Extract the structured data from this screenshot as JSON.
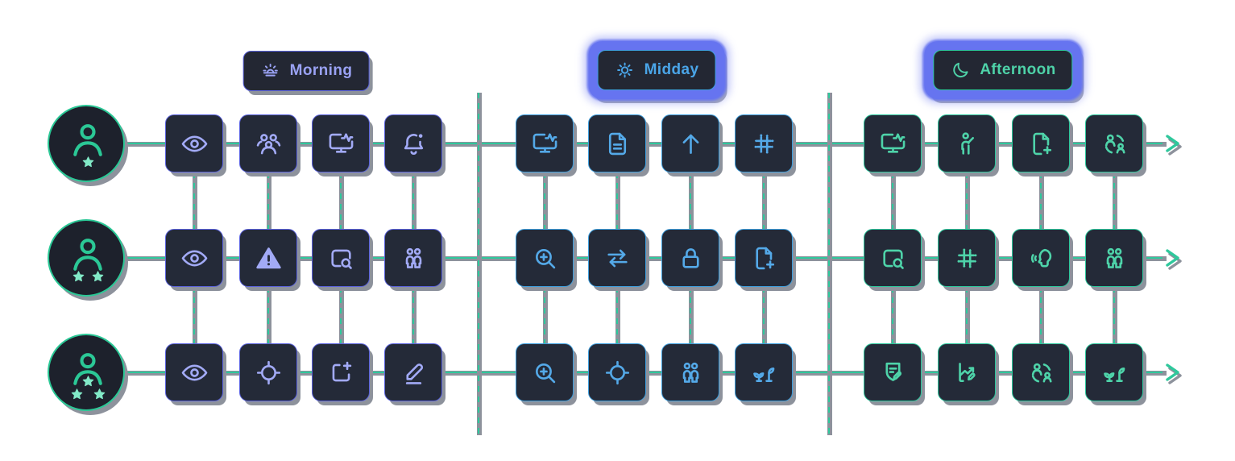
{
  "diagram": {
    "title_hint": "daily-routine-flow",
    "sections": [
      {
        "id": "morning",
        "label": "Morning",
        "icon": "sunrise-icon",
        "highlighted": false,
        "accent": "#5a62dc",
        "icon_color": "#a2aaf6",
        "text_color": "#9aa2f4",
        "rows": [
          [
            "eye-icon",
            "team-icon",
            "monitor-activity-icon",
            "bell-alert-icon"
          ],
          [
            "eye-icon",
            "warning-icon",
            "screen-search-icon",
            "two-users-icon"
          ],
          [
            "eye-icon",
            "target-icon",
            "frame-add-icon",
            "edit-icon"
          ]
        ]
      },
      {
        "id": "midday",
        "label": "Midday",
        "icon": "sun-icon",
        "highlighted": true,
        "accent": "#3d9edd",
        "icon_color": "#54a9e8",
        "text_color": "#4aa5e8",
        "rows": [
          [
            "monitor-activity-icon",
            "document-icon",
            "arrow-up-icon",
            "circuit-icon"
          ],
          [
            "zoom-in-icon",
            "transfer-icon",
            "lock-icon",
            "file-add-icon"
          ],
          [
            "zoom-in-icon",
            "target-icon",
            "two-users-icon",
            "sprout-icon"
          ]
        ]
      },
      {
        "id": "afternoon",
        "label": "Afternoon",
        "icon": "moon-icon",
        "highlighted": true,
        "accent": "#2cc79c",
        "icon_color": "#4ed3a9",
        "text_color": "#4ed2a8",
        "rows": [
          [
            "monitor-activity-icon",
            "hand-raise-icon",
            "file-add-icon",
            "people-sync-icon"
          ],
          [
            "screen-search-icon",
            "circuit-icon",
            "voice-icon",
            "two-users-icon"
          ],
          [
            "note-edit-icon",
            "chart-edit-icon",
            "people-sync-icon",
            "sprout-icon"
          ]
        ]
      }
    ],
    "personas": [
      {
        "id": "persona-level-1",
        "stars": 1
      },
      {
        "id": "persona-level-2",
        "stars": 2
      },
      {
        "id": "persona-level-3",
        "stars": 3
      }
    ],
    "colors": {
      "background": "#ffffff",
      "tile_bg": "#242a38",
      "label_bg": "#232733",
      "avatar_bg": "#1d212c",
      "avatar_accent": "#2bc896",
      "star": "#82e9c7",
      "connector_grey": "#8d929c",
      "connector_teal": "#2fc89c",
      "glow": "#6674f0"
    }
  }
}
